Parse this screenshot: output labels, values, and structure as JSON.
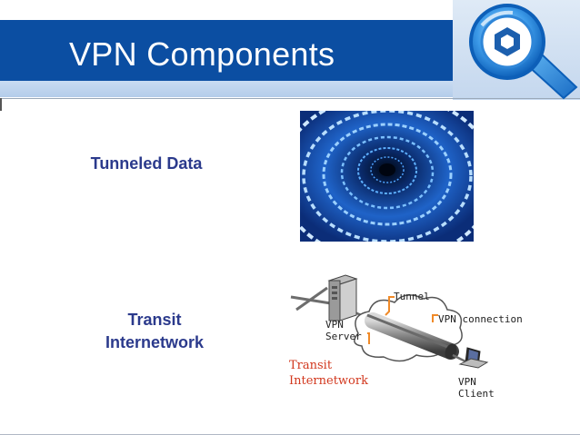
{
  "slide": {
    "title": "VPN Components",
    "label_tunneled": "Tunneled Data",
    "label_transit": "Transit Internetwork"
  },
  "diagram": {
    "tunnel": "Tunnel",
    "vpn_connection": "VPN connection",
    "vpn_server_1": "VPN",
    "vpn_server_2": "Server",
    "transit_1": "Transit",
    "transit_2": "Internetwork",
    "vpn_client_1": "VPN",
    "vpn_client_2": "Client"
  },
  "colors": {
    "title_bar": "#0b4ea2",
    "label_text": "#2b3a8c",
    "callout": "#f08a28",
    "transit_text": "#d2381e"
  },
  "icons": [
    "search-wrench-logo-icon",
    "server-icon",
    "laptop-icon",
    "cloud-icon",
    "tunnel-pipe-icon"
  ]
}
